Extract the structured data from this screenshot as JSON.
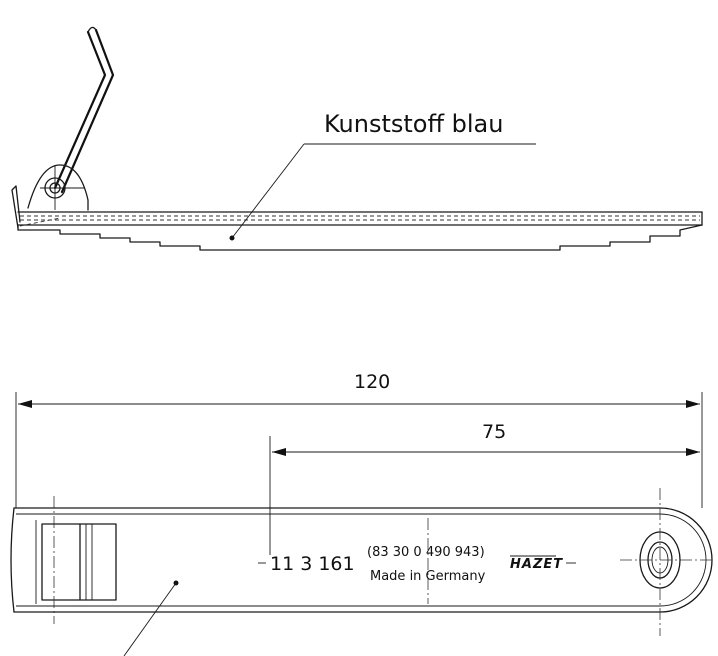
{
  "material_label": "Kunststoff blau",
  "dimensions": {
    "overall_length": "120",
    "inner_length": "75"
  },
  "marking": {
    "part_number": "11 3 161",
    "reference_number": "(83 30 0 490 943)",
    "origin": "Made in Germany",
    "brand": "HAZET"
  },
  "colors": {
    "line": "#1a1a1a",
    "background": "#ffffff"
  }
}
